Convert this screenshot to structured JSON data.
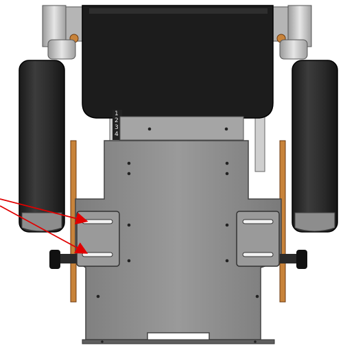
{
  "figure": {
    "seat_scale_marks": [
      "1",
      "2",
      "3",
      "4"
    ],
    "colors": {
      "background": "#ffffff",
      "plate": "#8e8e8e",
      "plate_dark": "#6f6f6f",
      "cushion": "#1c1c1c",
      "armrest_pad": "#2a2a2a",
      "frame_metal": "#c8c8c8",
      "bracket_orange": "#c8833a",
      "knob": "#111111",
      "arrow": "#e00000"
    },
    "annotation_arrows": 2
  }
}
